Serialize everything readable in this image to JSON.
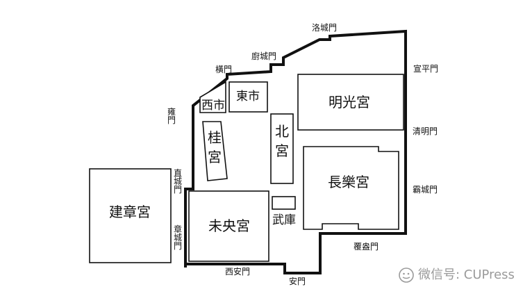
{
  "buildings": {
    "jianzhang": "建章宮",
    "weiyang": "未央宮",
    "changle": "長樂宮",
    "mingguang": "明光宮",
    "bei": "北宮",
    "gui": "桂宮",
    "wuku": "武庫",
    "xishi": "西市",
    "dongshi": "東市"
  },
  "gates": {
    "luocheng": "洛城門",
    "chucheng": "廚城門",
    "heng": "橫門",
    "yong": "雍門",
    "zhicheng": "直城門",
    "zhangcheng": "章城門",
    "xian": "西安門",
    "an": "安門",
    "fuang": "覆盎門",
    "bacheng": "霸城門",
    "qingming": "清明門",
    "xuanping": "宣平門"
  },
  "watermark": {
    "text": "微信号: CUPress",
    "icon": "wechat-icon",
    "color": "#9a9a9a"
  }
}
